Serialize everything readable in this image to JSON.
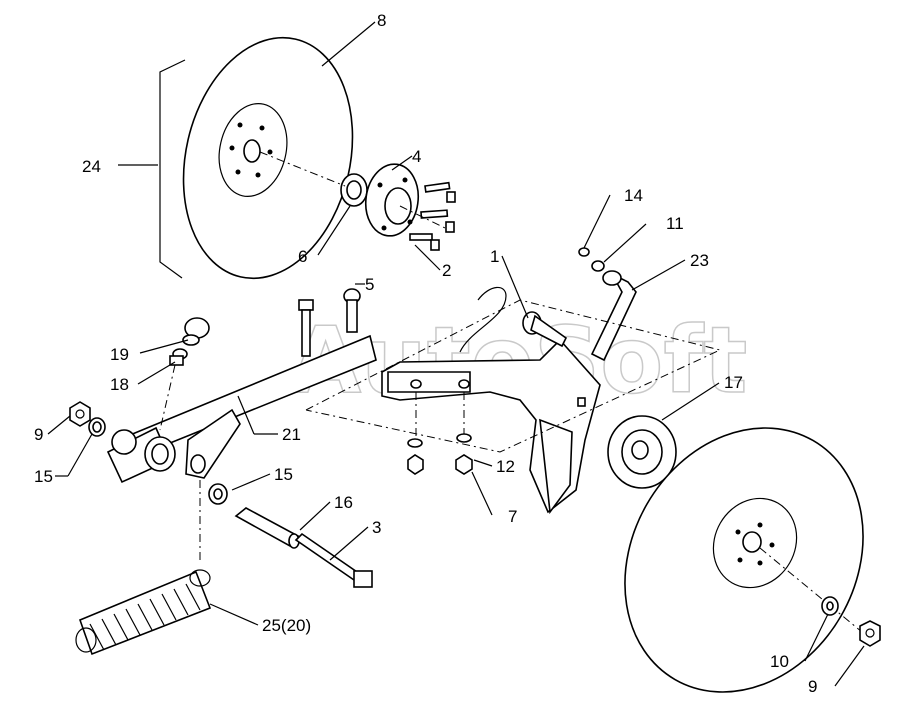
{
  "watermark": "AutoSoft",
  "callouts": {
    "c1": "1",
    "c2": "2",
    "c3": "3",
    "c4": "4",
    "c5": "5",
    "c6": "6",
    "c7": "7",
    "c8": "8",
    "c9a": "9",
    "c9b": "9",
    "c10": "10",
    "c11": "11",
    "c12": "12",
    "c14": "14",
    "c15a": "15",
    "c15b": "15",
    "c16": "16",
    "c17": "17",
    "c18": "18",
    "c19": "19",
    "c21": "21",
    "c23": "23",
    "c24": "24",
    "c25": "25(20)"
  }
}
